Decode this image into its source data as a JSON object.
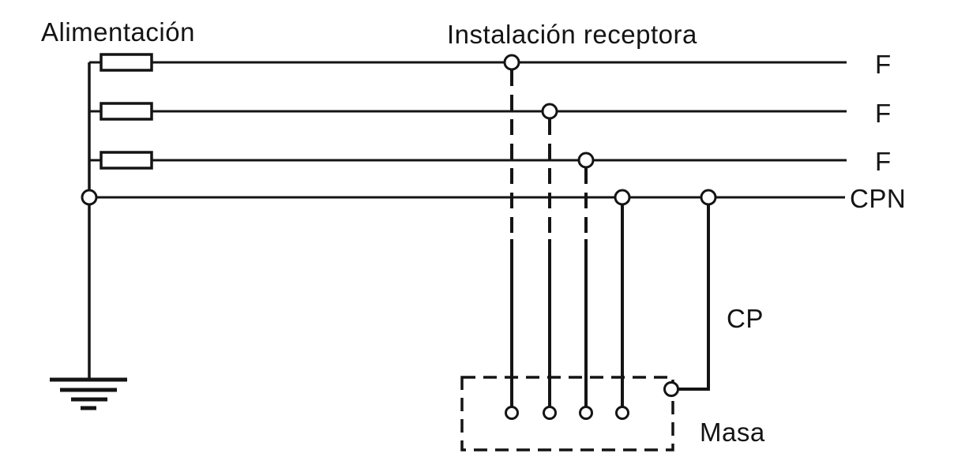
{
  "diagram": {
    "background_color": "#ffffff",
    "line_color": "#141414",
    "labels": {
      "supply": "Alimentación",
      "receiving_installation": "Instalación receptora",
      "phase_1": "F",
      "phase_2": "F",
      "phase_3": "F",
      "combined_neutral_protective": "CPN",
      "protective": "CP",
      "exposed_part": "Masa"
    }
  }
}
